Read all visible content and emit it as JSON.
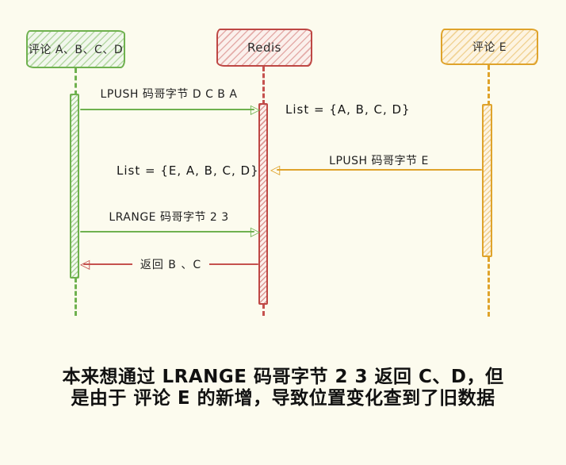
{
  "colors": {
    "background": "#FCFBEE",
    "green": "#6FB14F",
    "red": "#C5514E",
    "orange": "#DFA32B",
    "text": "#1F1F1F"
  },
  "actors": [
    {
      "id": "comments-abcd",
      "label": "评论 A、B、C、D",
      "color": "green"
    },
    {
      "id": "redis",
      "label": "Redis",
      "color": "red"
    },
    {
      "id": "comment-e",
      "label": "评论 E",
      "color": "orange"
    }
  ],
  "messages": [
    {
      "label": "LPUSH 码哥字节 D C B A",
      "from": "comments-abcd",
      "to": "redis",
      "color": "green",
      "direction": "right"
    },
    {
      "label": "LPUSH 码哥字节 E",
      "from": "comment-e",
      "to": "redis",
      "color": "orange",
      "direction": "left"
    },
    {
      "label": "LRANGE 码哥字节 2 3",
      "from": "comments-abcd",
      "to": "redis",
      "color": "green",
      "direction": "right"
    },
    {
      "label": "返回 B 、C",
      "from": "redis",
      "to": "comments-abcd",
      "color": "red",
      "direction": "left"
    }
  ],
  "state_labels": [
    {
      "text": "List = {A, B, C, D}"
    },
    {
      "text": "List = {E, A, B, C, D}"
    }
  ],
  "icons": {
    "arrow_right": "▷",
    "arrow_left": "◁"
  },
  "caption": {
    "line1": "本来想通过 LRANGE 码哥字节 2 3 返回 C、D，但",
    "line2": "是由于 评论 E 的新增，导致位置变化查到了旧数据"
  }
}
